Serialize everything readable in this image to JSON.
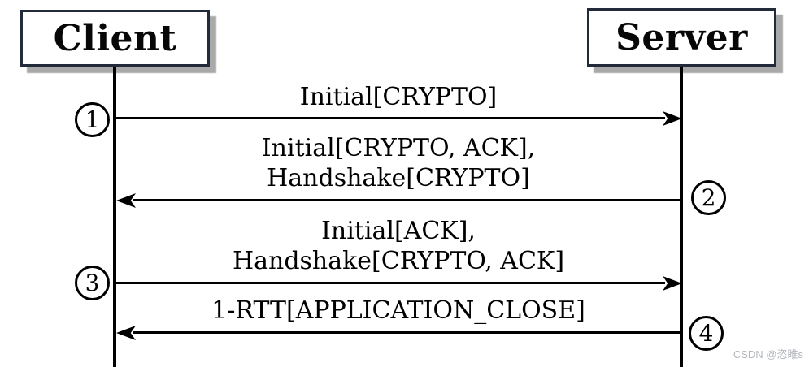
{
  "diagram": {
    "title_hint": "QUIC connection close sequence",
    "actors": [
      {
        "id": "client",
        "name": "Client"
      },
      {
        "id": "server",
        "name": "Server"
      }
    ],
    "messages": [
      {
        "step": "1",
        "from": "client",
        "to": "server",
        "label_lines": [
          "Initial[CRYPTO]"
        ]
      },
      {
        "step": "2",
        "from": "server",
        "to": "client",
        "label_lines": [
          "Initial[CRYPTO, ACK],",
          "Handshake[CRYPTO]"
        ]
      },
      {
        "step": "3",
        "from": "client",
        "to": "server",
        "label_lines": [
          "Initial[ACK],",
          "Handshake[CRYPTO, ACK]"
        ]
      },
      {
        "step": "4",
        "from": "server",
        "to": "client",
        "label_lines": [
          "1-RTT[APPLICATION_CLOSE]"
        ]
      }
    ],
    "watermark": "CSDN @恣睢s",
    "colors": {
      "background": "#ffffff",
      "line": "#000000",
      "box_border": "#232b3a",
      "box_shadow": "#a9a9a9",
      "watermark": "#b2b6bc"
    }
  }
}
